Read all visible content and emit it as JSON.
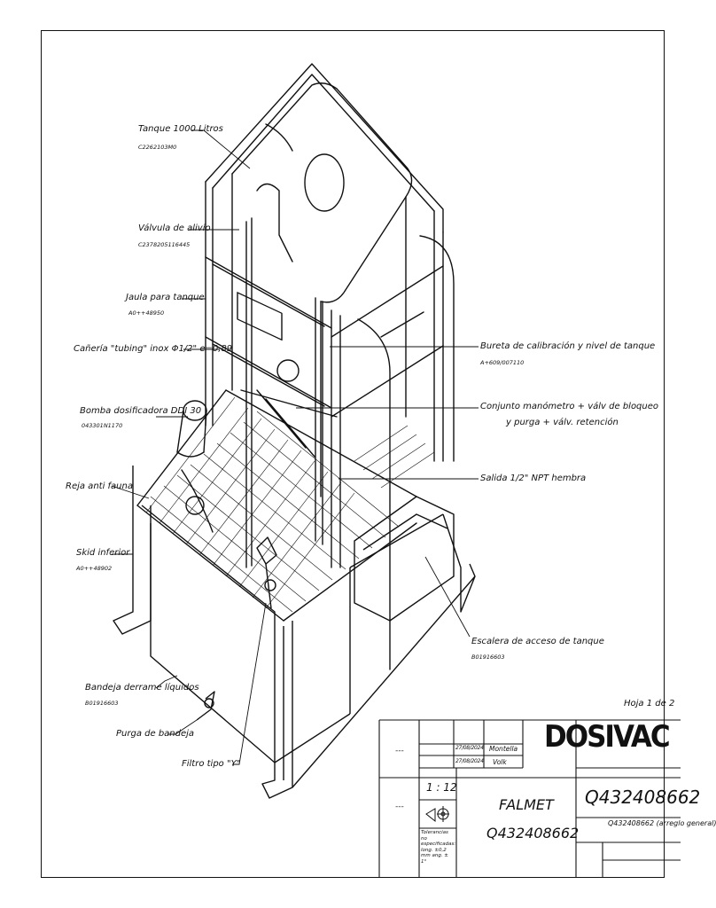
{
  "callouts": [
    {
      "id": "tanque",
      "label": "Tanque 1000 Litros",
      "code": "C2262103M0"
    },
    {
      "id": "valvula",
      "label": "Válvula de alivio",
      "code": "C2378205116445"
    },
    {
      "id": "jaula",
      "label": "Jaula para tanque",
      "code": "A0++48950"
    },
    {
      "id": "caneria",
      "label": "Cañería \"tubing\" inox Φ1/2\" e=0,89",
      "code": ""
    },
    {
      "id": "bomba",
      "label": "Bomba dosificadora DDI 30",
      "code": "043301N1170"
    },
    {
      "id": "reja",
      "label": "Reja anti fauna",
      "code": ""
    },
    {
      "id": "skid",
      "label": "Skid inferior",
      "code": "A0++48902"
    },
    {
      "id": "bandeja",
      "label": "Bandeja derrame líquidos",
      "code": "B01916603"
    },
    {
      "id": "purga",
      "label": "Purga de bandeja",
      "code": ""
    },
    {
      "id": "filtro",
      "label": "Filtro tipo \"Y\"",
      "code": ""
    },
    {
      "id": "bureta",
      "label": "Bureta de calibración y nivel de tanque",
      "code": "A+609/007110"
    },
    {
      "id": "conjunto",
      "label": "Conjunto manómetro + válv de bloqueo",
      "label2": "y purga + válv. retención",
      "code": ""
    },
    {
      "id": "salida",
      "label": "Salida 1/2\" NPT hembra",
      "code": ""
    },
    {
      "id": "escalera",
      "label": "Escalera de acceso de tanque",
      "code": "B01916603"
    }
  ],
  "sheet": "Hoja 1 de 2",
  "title_block": {
    "rev_dash_1": "---",
    "rev_dash_2": "---",
    "date_1": "27/08/2024",
    "date_2": "27/08/2024",
    "name_1": "Montella",
    "name_2": "Volk",
    "logo": "DOSIVAC",
    "scale": "1 : 12",
    "tolerance": "Tolerancias no especificadas: long. ±0,2 mm ang. ± 1°",
    "client": "FALMET",
    "project_number": "Q432408662",
    "drawing_number": "Q432408662",
    "drawing_title": "Q432408662 (arreglo general)"
  }
}
